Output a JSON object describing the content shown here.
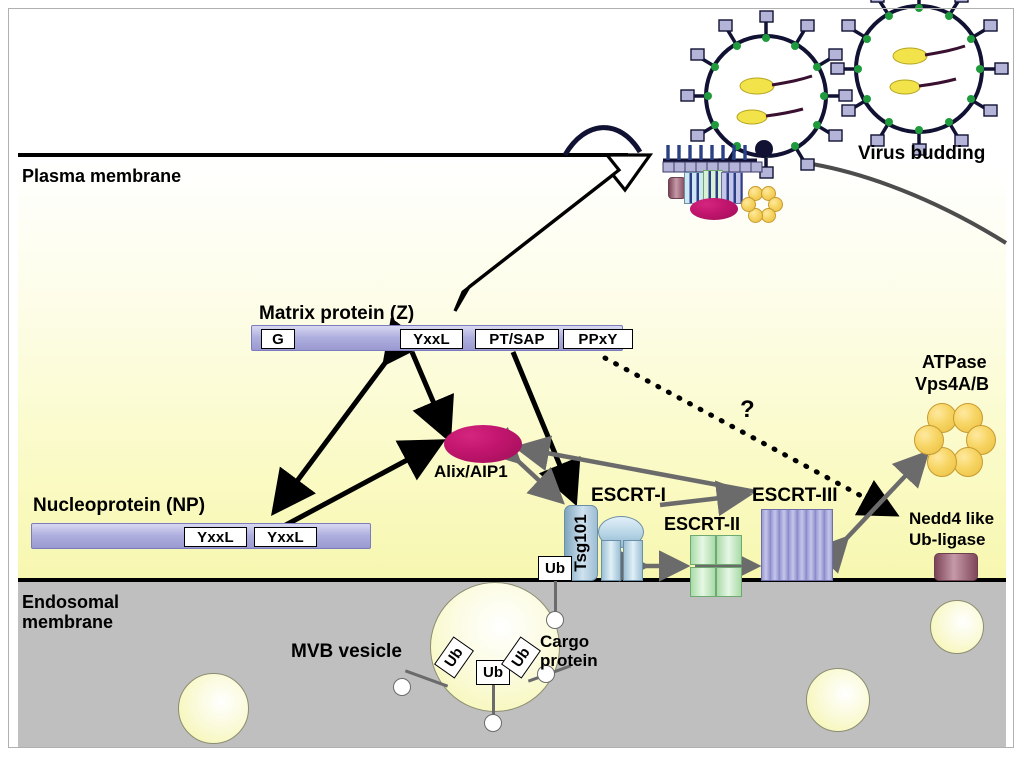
{
  "diagram": {
    "title_region": {
      "plasma_membrane": "Plasma membrane",
      "endosomal_membrane": "Endosomal\nmembrane",
      "virus_budding": "Virus budding"
    },
    "matrix_protein": {
      "label": "Matrix protein (Z)",
      "domains": [
        "G",
        "YxxL",
        "PT/SAP",
        "PPxY"
      ]
    },
    "nucleoprotein": {
      "label": "Nucleoprotein (NP)",
      "domains": [
        "YxxL",
        "YxxL"
      ]
    },
    "alix": {
      "label": "Alix/AIP1"
    },
    "escrt": {
      "escrt1": "ESCRT-I",
      "escrt2": "ESCRT-II",
      "escrt3": "ESCRT-III",
      "tsg101": "Tsg101"
    },
    "atpase": {
      "line1": "ATPase",
      "line2": "Vps4A/B"
    },
    "nedd4": {
      "line1": "Nedd4 like",
      "line2": "Ub-ligase"
    },
    "mvb": {
      "label": "MVB vesicle",
      "ub_tags": [
        "Ub",
        "Ub",
        "Ub"
      ]
    },
    "cargo": {
      "label": "Cargo\nprotein",
      "ub_tag": "Ub"
    },
    "unknown_marker": "?",
    "colors": {
      "cytoplasm_top": "#ffffff",
      "cytoplasm_bottom": "#f7f7b0",
      "endosome_lumen": "#bfbfbf",
      "membrane_line": "#000000",
      "protein_bar": "#aeaede",
      "alix_magenta": "#c2156e",
      "escrt1_blue": "#b3d2e4",
      "escrt2_green": "#a9dba8",
      "escrt3_purple": "#9a9ad6",
      "vps4_yellow": "#f7d564",
      "nedd4_mauve": "#8a4c60",
      "vesicle_yellow": "#f4f4a8",
      "gray_arrow": "#6b6b6b",
      "virion_envelope": "#111133",
      "virion_spike": "#b4b4d8",
      "virion_green_dot": "#1f9a3c",
      "virion_nucleocapsid": "#f2e34a"
    }
  }
}
